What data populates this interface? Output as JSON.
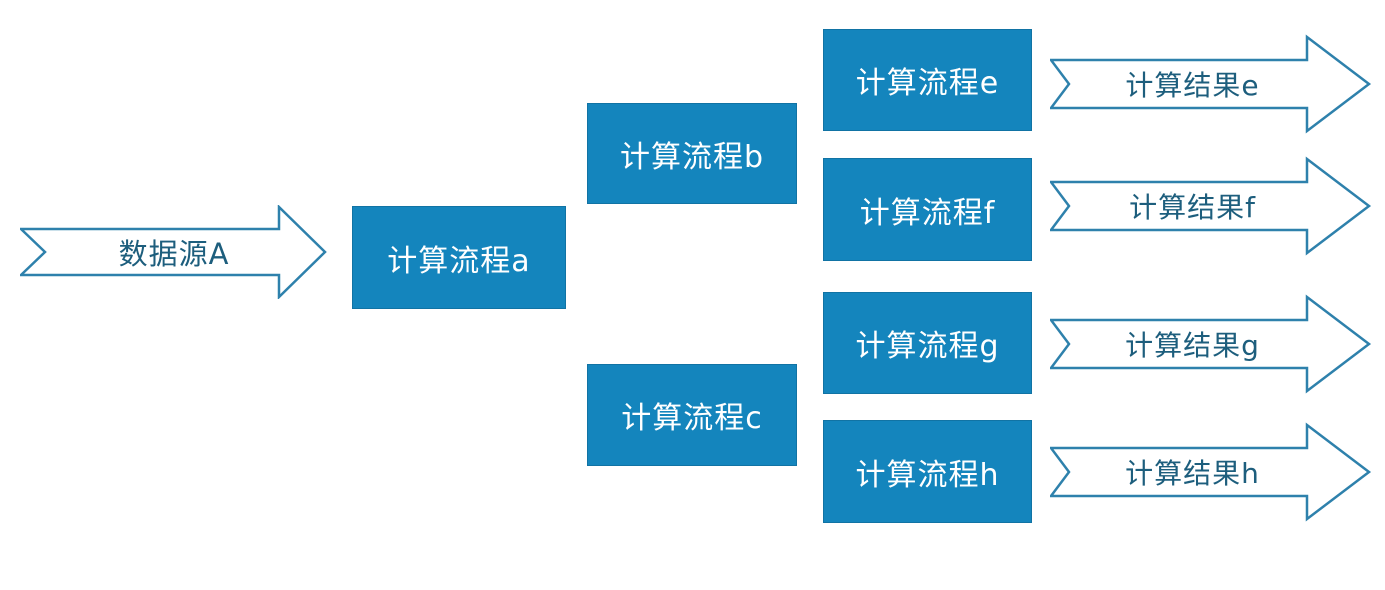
{
  "diagram": {
    "background": "#ffffff",
    "colors": {
      "node_fill": "#1485BD",
      "node_border": "#1173A4",
      "node_text": "#ffffff",
      "arrow_fill": "#ffffff",
      "arrow_outline": "#2E81AC",
      "arrow_text": "#1D5E7D"
    },
    "source_arrow": {
      "label": "数据源A"
    },
    "nodes": [
      {
        "id": "a",
        "label": "计算流程a"
      },
      {
        "id": "b",
        "label": "计算流程b"
      },
      {
        "id": "c",
        "label": "计算流程c"
      },
      {
        "id": "e",
        "label": "计算流程e"
      },
      {
        "id": "f",
        "label": "计算流程f"
      },
      {
        "id": "g",
        "label": "计算流程g"
      },
      {
        "id": "h",
        "label": "计算流程h"
      }
    ],
    "result_arrows": [
      {
        "id": "e",
        "label": "计算结果e"
      },
      {
        "id": "f",
        "label": "计算结果f"
      },
      {
        "id": "g",
        "label": "计算结果g"
      },
      {
        "id": "h",
        "label": "计算结果h"
      }
    ]
  }
}
